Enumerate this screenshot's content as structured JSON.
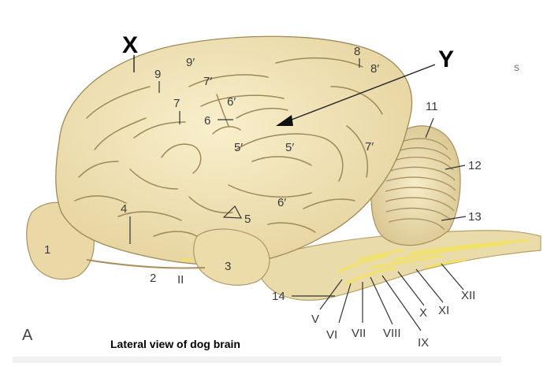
{
  "caption": "Lateral view of dog brain",
  "panel_letter": "A",
  "markers": {
    "x": "X",
    "y": "Y",
    "stray": "s"
  },
  "colors": {
    "cortex": "#f3e7bd",
    "cortex_shade": "#e2cf98",
    "sulcus": "#9c8a58",
    "nerve": "#f2e26a",
    "line": "#222222"
  },
  "labels": {
    "l1": "1",
    "l2": "2",
    "l3": "3",
    "l4": "4",
    "l5": "5",
    "l5p_a": "5′",
    "l5p_b": "5′",
    "l6": "6",
    "l6p_a": "6′",
    "l6p_b": "6′",
    "l7": "7",
    "l7p_a": "7′",
    "l7p_b": "7′",
    "l8": "8",
    "l8p": "8′",
    "l9": "9",
    "l9p": "9′",
    "l11": "11",
    "l12": "12",
    "l13": "13",
    "l14": "14",
    "nII": "II",
    "nV": "V",
    "nVI": "VI",
    "nVII": "VII",
    "nVIII": "VIII",
    "nIX": "IX",
    "nX": "X",
    "nXI": "XI",
    "nXII": "XII"
  }
}
